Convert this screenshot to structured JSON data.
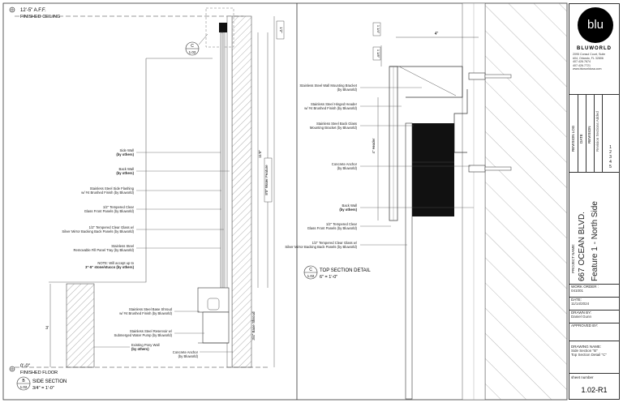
{
  "drawing": {
    "left_view": {
      "ceiling_elev": "12'-5\" A.F.F.",
      "ceiling_label": "FINISHED CEILING",
      "floor_elev": "0'-0\"",
      "floor_label": "FINISHED FLOOR",
      "callout_c_letter": "C",
      "callout_c_sheet": "1.02",
      "section_letter": "B",
      "section_sheet": "1.02",
      "section_title": "SIDE SECTION",
      "section_scale": "3/4\" = 1'-0\"",
      "dim_overall": "11'0\"",
      "dim_water": "8'0\" Water Feature",
      "dim_bottom": "3'",
      "dim_base": "3/4\" Base Shroud",
      "dim_top": "1'2\"",
      "labels": [
        {
          "text": "Side Wall",
          "sub": "(by others)"
        },
        {
          "text": "Back Wall",
          "sub": "(by others)"
        },
        {
          "text": "Stainless Steel Side Flashing",
          "sub": "w/ #4 Brushed Finish (by Bluworld)"
        },
        {
          "text": "1/2\" Tempered Clear",
          "sub": "Glass Front Panels (by Bluworld)"
        },
        {
          "text": "1/2\" Tempered Clear Glass w/",
          "sub": "Silver Mirror Backing Back Panels (by Bluworld)"
        },
        {
          "text": "Stainless Steel",
          "sub": "Removable Fill Panel Tray (by Bluworld)"
        },
        {
          "text": "NOTE: Will accept up to",
          "sub": "3\"-5\" stone/stucco (by others)"
        },
        {
          "text": "Stainless Steel Base Shroud",
          "sub": "w/ #4 Brushed Finish (by Bluworld)"
        },
        {
          "text": "Stainless Steel Reservoir w/",
          "sub": "Submerged Water Pump (by Bluworld)"
        },
        {
          "text": "Concrete Anchor",
          "sub": "(by Bluworld)"
        },
        {
          "text": "Existing Pony Wall",
          "sub": "(by others)"
        }
      ]
    },
    "right_view": {
      "dim_top": "4\"",
      "dim_a": "1 1/8\"",
      "dim_b": "1 1/4\"",
      "dim_c": "4\" Header",
      "callout_letter": "C",
      "callout_sheet": "1.02",
      "section_title": "TOP SECTION DETAIL",
      "section_scale": "6\" = 1'-0\"",
      "labels": [
        {
          "text": "Stainless Steel Wall Mounting Bracket",
          "sub": "(by Bluworld)"
        },
        {
          "text": "Stainless Steel Hinged Header",
          "sub": "w/ #4 Brushed Finish (by Bluworld)"
        },
        {
          "text": "Stainless Steel Back Glass",
          "sub": "Mounting Bracket (by Bluworld)"
        },
        {
          "text": "Concrete Anchor",
          "sub": "(by Bluworld)"
        },
        {
          "text": "Back Wall",
          "sub": "(by others)"
        },
        {
          "text": "1/2\" Tempered Clear",
          "sub": "Glass Front Panels (by Bluworld)"
        },
        {
          "text": "1/2\" Tempered Clear Glass w/",
          "sub": "Silver Mirror Backing Back Panels (by Bluworld)"
        }
      ]
    }
  },
  "title_block": {
    "logo_text": "blu",
    "firm_name": "BLUWORLD",
    "address_lines": [
      "2095 Consul Court, Suite",
      "#04, Orlando, FL 32806",
      "407.426.7674",
      "407.426.7721",
      "www.bluworldusa.com"
    ],
    "revision_log_label": "REVISION LOG",
    "revision_col_date": "DATE",
    "revision_col_desc": "REVISION",
    "revision_entry": "Revision Sections Added",
    "revision_markers": [
      "1",
      "2",
      "3",
      "4",
      "5"
    ],
    "project_name_label": "PROJECT NAME:",
    "project_name": "667 OCEAN BLVD.",
    "project_subtitle": "Feature 1 - North Side",
    "work_order_label": "WORK ORDER :",
    "work_order": "041001",
    "date_label": "DATE:",
    "date": "11/14/2024",
    "drawn_by_label": "DRAWN BY:",
    "drawn_by": "Daniel Gunn",
    "approved_by_label": "APPROVED BY:",
    "approved_by": "",
    "drawing_name_label": "DRAWING NAME:",
    "drawing_name_1": "Side Section \"B\"",
    "drawing_name_2": "Top Section Detail \"C\"",
    "sheet_label": "sheet number",
    "sheet_number": "1.02-R1"
  }
}
